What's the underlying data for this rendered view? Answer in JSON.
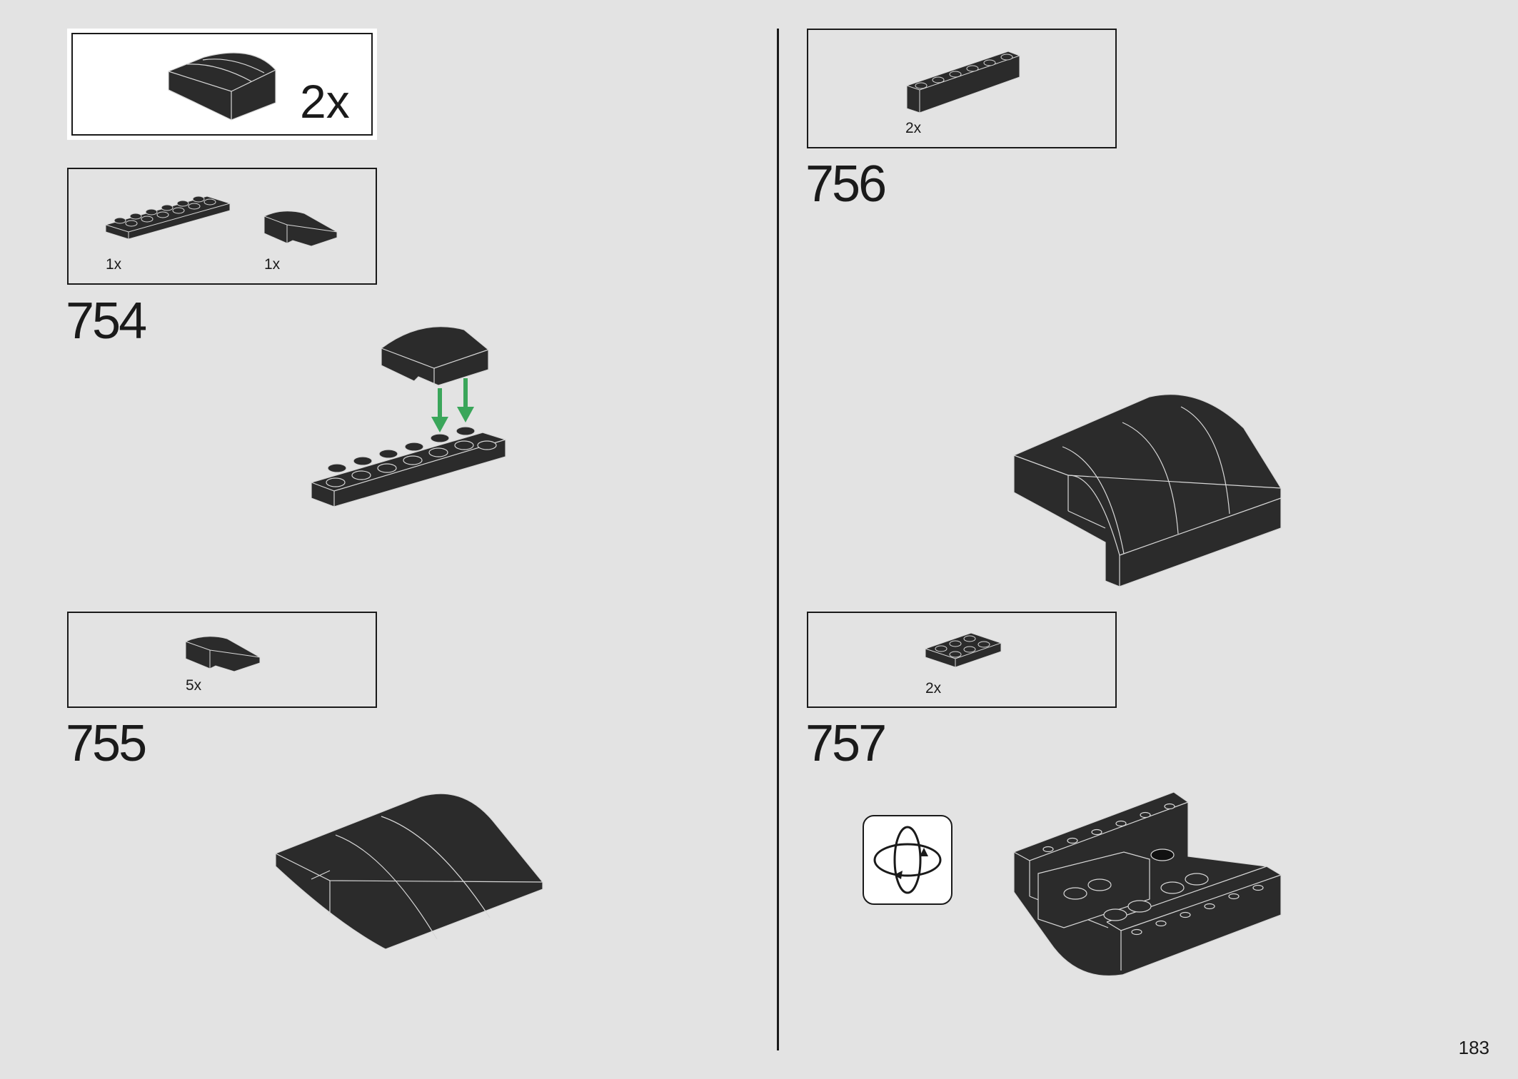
{
  "page_number": "183",
  "sub_callout": {
    "quantity": "2x"
  },
  "steps": [
    {
      "number": "754",
      "parts": [
        {
          "quantity": "1x",
          "part": "plate-2x6"
        },
        {
          "quantity": "1x",
          "part": "curved-slope-2x2"
        }
      ]
    },
    {
      "number": "755",
      "parts": [
        {
          "quantity": "5x",
          "part": "curved-slope-2x2"
        }
      ]
    },
    {
      "number": "756",
      "parts": [
        {
          "quantity": "2x",
          "part": "brick-1x6"
        }
      ]
    },
    {
      "number": "757",
      "parts": [
        {
          "quantity": "2x",
          "part": "plate-2x3"
        }
      ]
    }
  ],
  "icons": {
    "rotate": "rotate-model-icon",
    "arrow_color": "#3aa65a"
  },
  "colors": {
    "background": "#e3e3e3",
    "brick": "#2b2b2b",
    "edge": "#d8d8d8"
  }
}
